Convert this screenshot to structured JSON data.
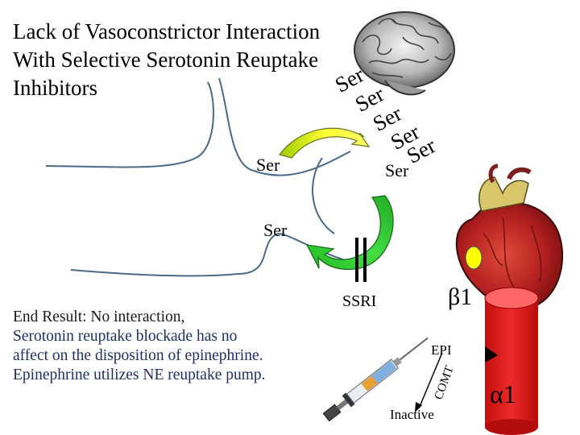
{
  "title": {
    "line1": "Lack of Vasoconstrictor Interaction",
    "line2": "With Selective Serotonin Reuptake",
    "line3": "Inhibitors"
  },
  "serotonin": {
    "label": "Ser",
    "released": [
      "Ser",
      "Ser",
      "Ser",
      "Ser",
      "Ser"
    ]
  },
  "labels": {
    "ssri": "SSRI",
    "beta1": "β1",
    "alpha1": "α1",
    "epi": "EPI",
    "comt": "COMT",
    "inactive": "Inactive"
  },
  "end_result": {
    "line1": "End Result: No interaction,",
    "line2": "Serotonin reuptake blockade has no",
    "line3": "affect on the disposition of epinephrine.",
    "line4": "Epinephrine utilizes NE reuptake pump."
  },
  "colors": {
    "end_result_first_line": "#1a1a1a",
    "end_result_body": "#1f2f6b",
    "vessel": "#dd1a1a",
    "arrow_green": "#33cc33",
    "arrow_yellow": "#ffff33"
  },
  "icons": [
    "brain-icon",
    "heart-icon",
    "syringe-icon",
    "blood-vessel-icon"
  ]
}
